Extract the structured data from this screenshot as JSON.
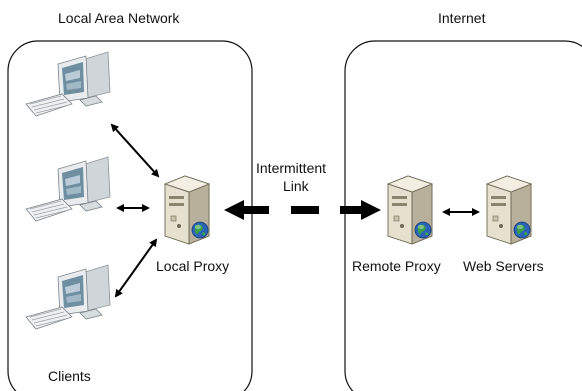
{
  "zones": {
    "lan": {
      "title": "Local Area Network"
    },
    "internet": {
      "title": "Internet"
    }
  },
  "nodes": {
    "local_proxy": {
      "label": "Local Proxy"
    },
    "remote_proxy": {
      "label": "Remote Proxy"
    },
    "web_servers": {
      "label": "Web Servers"
    },
    "clients": {
      "label": "Clients"
    }
  },
  "link": {
    "line1": "Intermittent",
    "line2": "Link"
  },
  "colors": {
    "outline": "#111111",
    "monitor_frame": "#e9ecee",
    "monitor_screen": "#6f8ea0",
    "server_body": "#e6e0cf",
    "server_shadow": "#b8b09a",
    "globe": "#2b63b8",
    "globe_land": "#3aa14a",
    "arrow": "#000000"
  },
  "icons": [
    "client-computer-icon",
    "server-icon",
    "globe-icon"
  ]
}
